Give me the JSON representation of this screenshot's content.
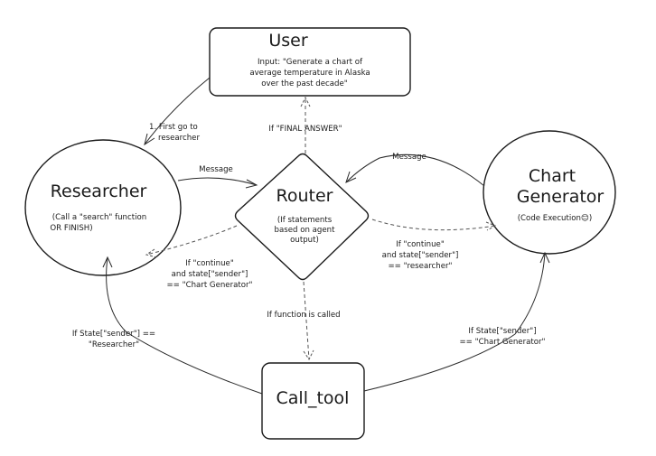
{
  "nodes": {
    "user": {
      "title": "User",
      "lines": [
        "Input: \"Generate a chart of",
        "average temperature in Alaska",
        "over the past decade\""
      ]
    },
    "researcher": {
      "title": "Researcher",
      "lines": [
        "(Call a \"search\" function",
        "OR FINISH)"
      ]
    },
    "router": {
      "title": "Router",
      "lines": [
        "(If statements",
        "based on agent",
        "output)"
      ]
    },
    "chart_generator": {
      "title_lines": [
        "Chart",
        "Generator"
      ],
      "subtitle": "(Code Execution😊)"
    },
    "call_tool": {
      "title": "Call_tool"
    }
  },
  "edges": {
    "user_to_researcher": [
      "1. First go to",
      "researcher"
    ],
    "router_to_user": "If \"FINAL ANSWER\"",
    "researcher_to_router": "Message",
    "chart_to_router": "Message",
    "router_to_researcher": [
      "If \"continue\"",
      "and state[\"sender\"]",
      "== \"Chart Generator\""
    ],
    "router_to_chart": [
      "If \"continue\"",
      "and state[\"sender\"]",
      "== \"researcher\""
    ],
    "router_to_call_tool": "If function is called",
    "call_tool_to_researcher": [
      "If State[\"sender\"] ==",
      "\"Researcher\""
    ],
    "call_tool_to_chart": [
      "If State[\"sender\"]",
      "== \"Chart Generator\""
    ]
  }
}
